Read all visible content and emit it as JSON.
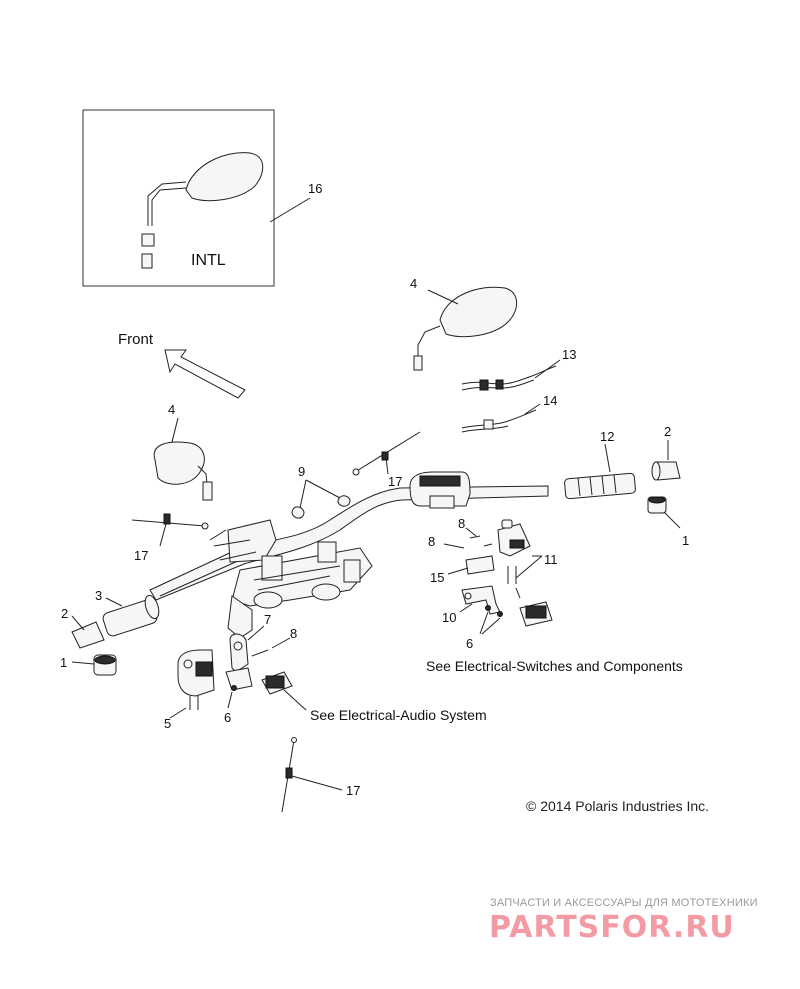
{
  "diagram": {
    "callouts": {
      "c1a": "1",
      "c1b": "1",
      "c2a": "2",
      "c2b": "2",
      "c3": "3",
      "c4a": "4",
      "c4b": "4",
      "c5": "5",
      "c6a": "6",
      "c6b": "6",
      "c7": "7",
      "c8a": "8",
      "c8b": "8",
      "c8c": "8",
      "c9": "9",
      "c10": "10",
      "c11": "11",
      "c12": "12",
      "c13": "13",
      "c14": "14",
      "c15": "15",
      "c16": "16",
      "c17a": "17",
      "c17b": "17",
      "c17c": "17"
    },
    "inset_label": "INTL",
    "front_label": "Front",
    "notes": {
      "switches": "See Electrical-Switches and Components",
      "audio": "See Electrical-Audio System"
    },
    "copyright": "© 2014 Polaris Industries Inc."
  },
  "watermark": {
    "tagline": "ЗАПЧАСТИ И АКСЕССУАРЫ ДЛЯ МОТОТЕХНИКИ",
    "logo": "PARTSFOR.RU"
  },
  "colors": {
    "line": "#222222",
    "watermark_logo": "#f07a86",
    "watermark_text": "#9a9a9a"
  }
}
